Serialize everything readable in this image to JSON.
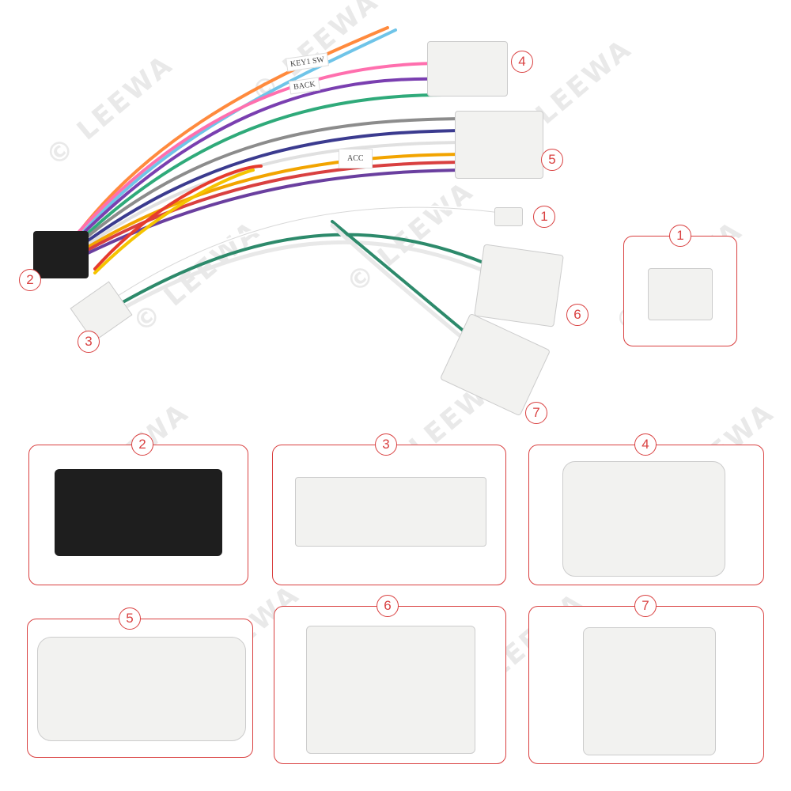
{
  "watermark": {
    "text": "LEEWA",
    "copyright_symbol": "©"
  },
  "harness": {
    "labels": {
      "acc": "ACC",
      "key": "KEY1 SW",
      "back": "BACK"
    },
    "callouts": [
      {
        "id": "1",
        "label": "1"
      },
      {
        "id": "2",
        "label": "2"
      },
      {
        "id": "3",
        "label": "3"
      },
      {
        "id": "4",
        "label": "4"
      },
      {
        "id": "5",
        "label": "5"
      },
      {
        "id": "6",
        "label": "6"
      },
      {
        "id": "7",
        "label": "7"
      }
    ]
  },
  "panels": [
    {
      "id": "1",
      "label": "1"
    },
    {
      "id": "2",
      "label": "2"
    },
    {
      "id": "3",
      "label": "3"
    },
    {
      "id": "4",
      "label": "4"
    },
    {
      "id": "5",
      "label": "5"
    },
    {
      "id": "6",
      "label": "6"
    },
    {
      "id": "7",
      "label": "7"
    }
  ],
  "colors": {
    "accent": "#d94040",
    "connector_white": "#f2f2f0",
    "connector_black": "#1e1e1e"
  }
}
